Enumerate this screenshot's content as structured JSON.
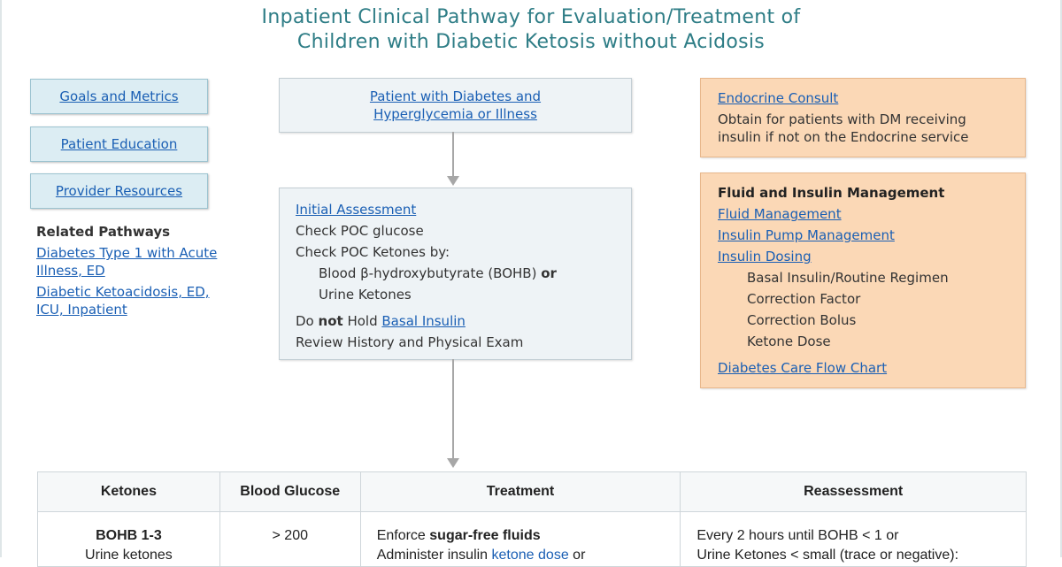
{
  "title": {
    "line1": "Inpatient Clinical Pathway for Evaluation/Treatment of",
    "line2": "Children with Diabetic Ketosis without Acidosis"
  },
  "nav": [
    {
      "label": "Goals and Metrics"
    },
    {
      "label": "Patient Education"
    },
    {
      "label": "Provider Resources"
    }
  ],
  "related": {
    "header": "Related Pathways",
    "items": [
      {
        "label1": "Diabetes Type 1 with Acute",
        "label2": "Illness, ED"
      },
      {
        "label1": "Diabetic Ketoacidosis, ED,",
        "label2": "ICU, Inpatient"
      }
    ]
  },
  "start": {
    "line1": "Patient with Diabetes and",
    "line2": "Hyperglycemia or Illness"
  },
  "assessment": {
    "header": "Initial Assessment",
    "glucose": "Check POC glucose",
    "ketones": "Check POC Ketones by:",
    "bohb": "Blood β-hydroxybutyrate (BOHB)",
    "or": "or",
    "urine": "Urine Ketones",
    "do": "Do",
    "not": "not",
    "hold": "Hold",
    "basal_link": "Basal Insulin",
    "review": "Review History and Physical Exam"
  },
  "endocrine": {
    "link": "Endocrine Consult",
    "text1": "Obtain for patients with DM receiving",
    "text2": "insulin if not on the Endocrine service"
  },
  "fluid": {
    "header": "Fluid and Insulin Management",
    "links": [
      "Fluid Management",
      "Insulin Pump Management",
      "Insulin Dosing"
    ],
    "dosing_items": [
      "Basal Insulin/Routine Regimen",
      "Correction Factor",
      "Correction Bolus",
      "Ketone Dose"
    ],
    "flow_chart": "Diabetes Care Flow Chart"
  },
  "table": {
    "headers": [
      "Ketones",
      "Blood Glucose",
      "Treatment",
      "Reassessment"
    ],
    "row1": {
      "ketones_bold": "BOHB 1-3",
      "ketones_sub": "Urine ketones",
      "glucose": "> 200",
      "treat_prefix": "Enforce",
      "treat_bold": "sugar-free fluids",
      "treat2_prefix": "Administer insulin",
      "treat2_link": "ketone dose",
      "treat2_suffix": "or",
      "reassess1": "Every 2 hours until BOHB < 1 or",
      "reassess2": "Urine Ketones < small (trace or negative):"
    }
  },
  "colors": {
    "title": "#2e7d86",
    "link": "#1a5fb4",
    "nav_bg": "#dcedf3",
    "grey_box": "#eef3f6",
    "orange_box": "#fbd8b6",
    "arrow": "#a7a7a7"
  }
}
